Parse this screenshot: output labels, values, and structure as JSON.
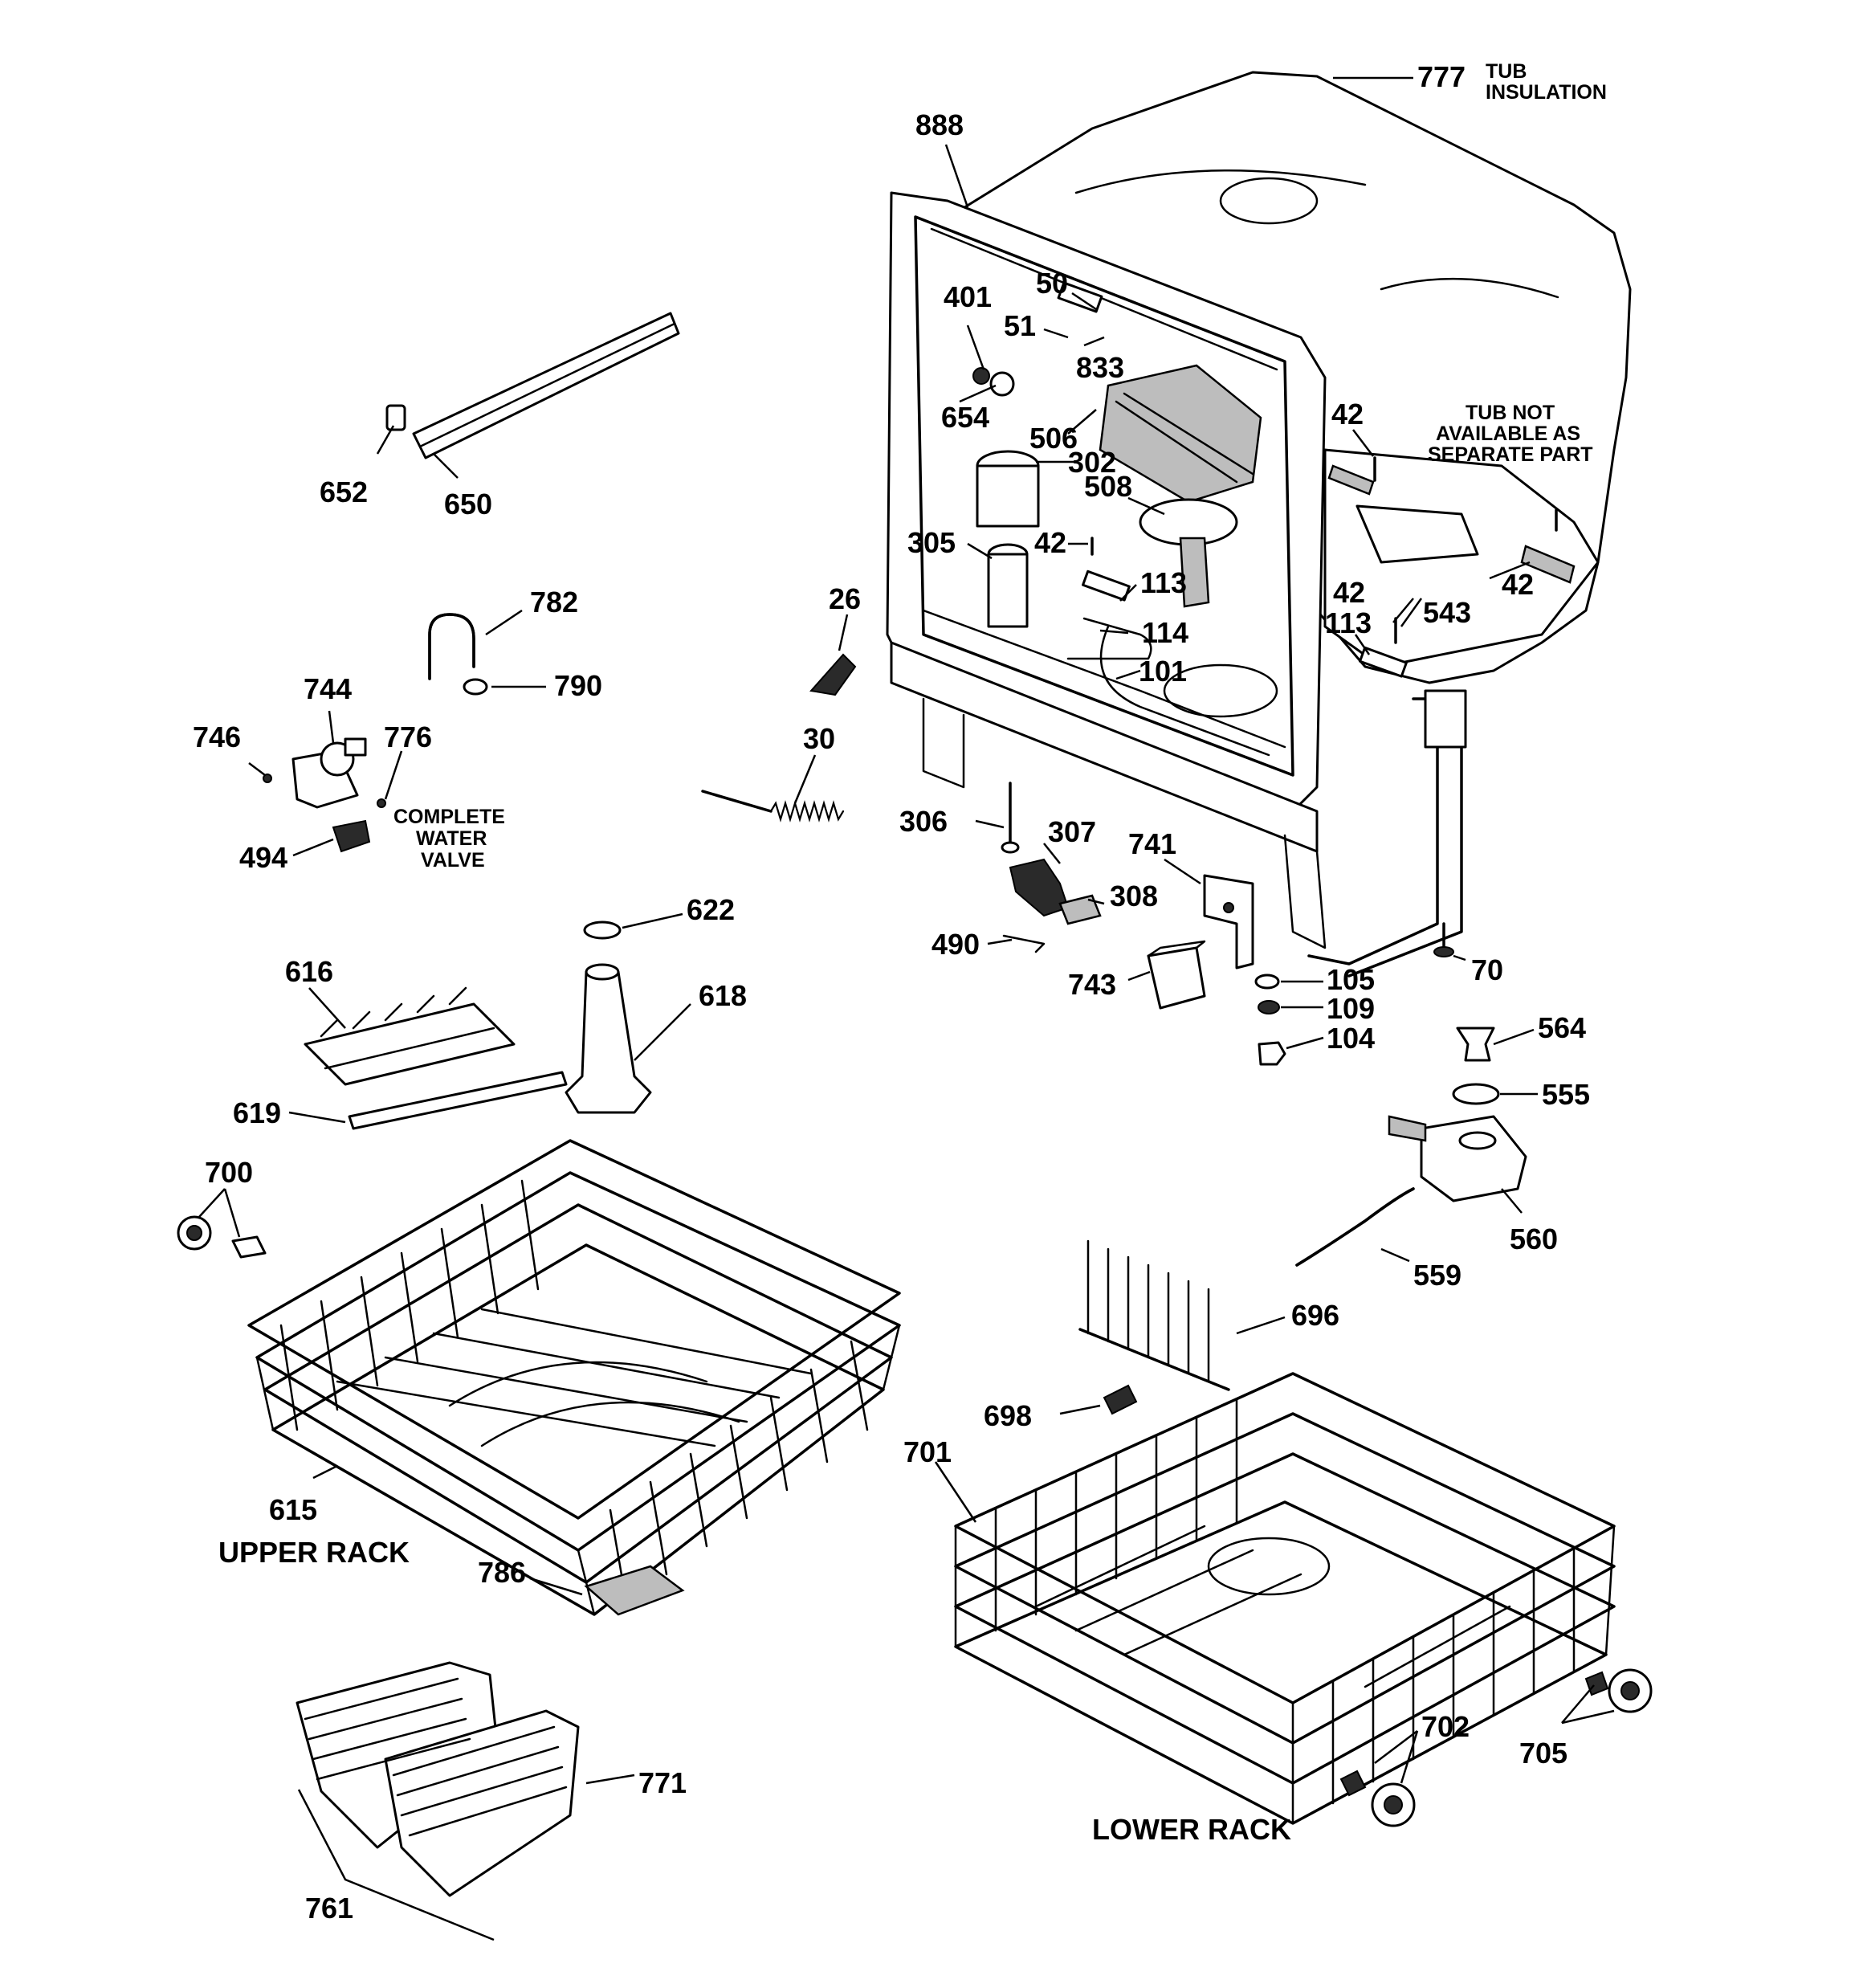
{
  "labels": {
    "l777": "777",
    "tub_insulation_1": "TUB",
    "tub_insulation_2": "INSULATION",
    "l888": "888",
    "l50": "50",
    "l401": "401",
    "l51": "51",
    "l833": "833",
    "l654": "654",
    "l506": "506",
    "l302": "302",
    "l508": "508",
    "l305": "305",
    "l42a": "42",
    "l42b": "42",
    "l42c": "42",
    "l42d": "42",
    "tub_note_1": "TUB NOT",
    "tub_note_2": "AVAILABLE AS",
    "tub_note_3": "SEPARATE PART",
    "l113a": "113",
    "l113b": "113",
    "l114": "114",
    "l101": "101",
    "l543": "543",
    "l652": "652",
    "l650": "650",
    "l782": "782",
    "l790": "790",
    "l744": "744",
    "l746": "746",
    "l776": "776",
    "l494": "494",
    "valve_1": "COMPLETE",
    "valve_2": "WATER",
    "valve_3": "VALVE",
    "l26": "26",
    "l30": "30",
    "l306": "306",
    "l307": "307",
    "l308": "308",
    "l490": "490",
    "l741": "741",
    "l743": "743",
    "l105": "105",
    "l109": "109",
    "l104": "104",
    "l70": "70",
    "l564": "564",
    "l555": "555",
    "l560": "560",
    "l559": "559",
    "l622": "622",
    "l616": "616",
    "l618": "618",
    "l619": "619",
    "l700": "700",
    "l615": "615",
    "upper_rack": "UPPER RACK",
    "l696": "696",
    "l698": "698",
    "l701": "701",
    "l786": "786",
    "l771": "771",
    "l761": "761",
    "l702": "702",
    "l705": "705",
    "lower_rack": "LOWER RACK"
  }
}
